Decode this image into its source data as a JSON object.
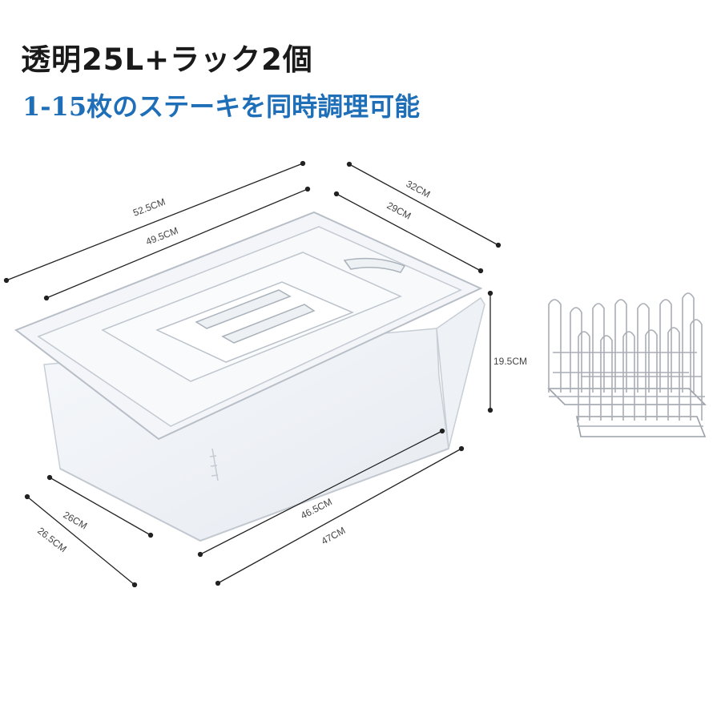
{
  "heading": {
    "title": "透明25L+ラック2個",
    "subtitle": "1-15枚のステーキを同時調理可能"
  },
  "dimensions": {
    "outer_length": "52.5CM",
    "inner_length": "49.5CM",
    "outer_width": "32CM",
    "inner_width": "29CM",
    "height": "19.5CM",
    "bottom_inner_depth": "26CM",
    "bottom_outer_depth": "26.5CM",
    "bottom_inner_length": "46.5CM",
    "bottom_outer_length": "47CM"
  },
  "images": {
    "container": "clear-container-with-lid",
    "rack": "stainless-steel-racks"
  }
}
